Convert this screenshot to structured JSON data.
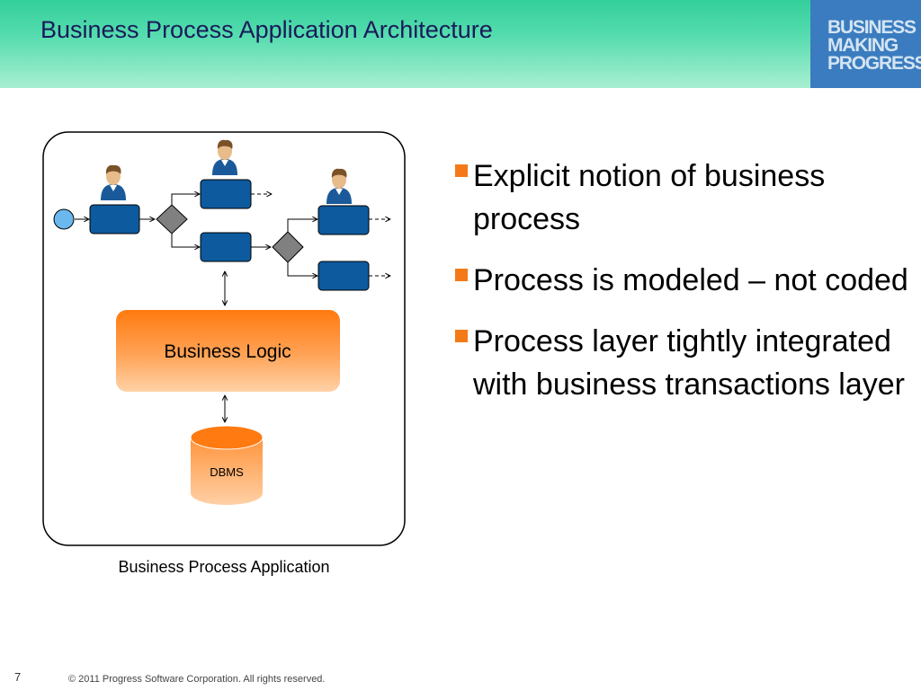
{
  "slide": {
    "title": "Business Process Application Architecture",
    "page_number": "7",
    "footer": "© 2011 Progress Software Corporation. All rights reserved."
  },
  "logo": {
    "lines": [
      "BUSINESS",
      "MAKING",
      "PROGRESS."
    ]
  },
  "diagram": {
    "business_logic_label": "Business Logic",
    "database_label": "DBMS",
    "caption": "Business Process Application"
  },
  "bullets": [
    "Explicit notion of business process",
    "Process is modeled – not coded",
    "Process layer tightly integrated with business transactions layer"
  ],
  "colors": {
    "header_green": "#33cf9a",
    "logo_blue": "#3a7cbf",
    "bullet_orange": "#f47a18",
    "task_blue": "#0d5a9e",
    "gateway_gray": "#808080",
    "start_event_blue": "#6ab8ee",
    "business_logic_orange": "#ff8a1c"
  }
}
